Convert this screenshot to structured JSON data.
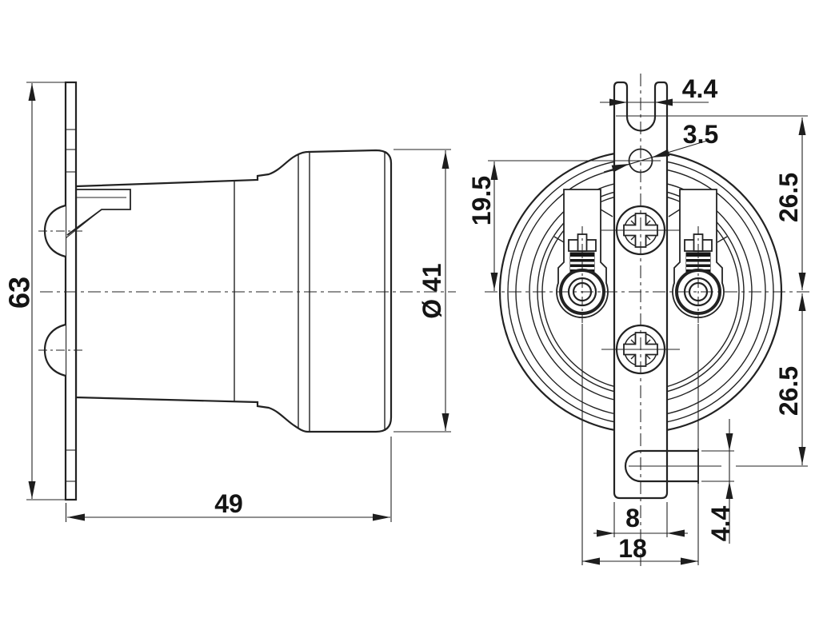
{
  "colors": {
    "background": "#ffffff",
    "line": "#222222"
  },
  "views": {
    "side": {
      "dims": {
        "height": "63",
        "depth": "49",
        "diameter": "Ø 41"
      }
    },
    "front": {
      "dims": {
        "fork_slot_width": "4.4",
        "hole_diameter": "3.5",
        "hole_offset": "19.5",
        "upper_half": "26.5",
        "lower_half": "26.5",
        "slot_height": "4.4",
        "tab_width": "8",
        "terminal_span": "18"
      }
    }
  }
}
